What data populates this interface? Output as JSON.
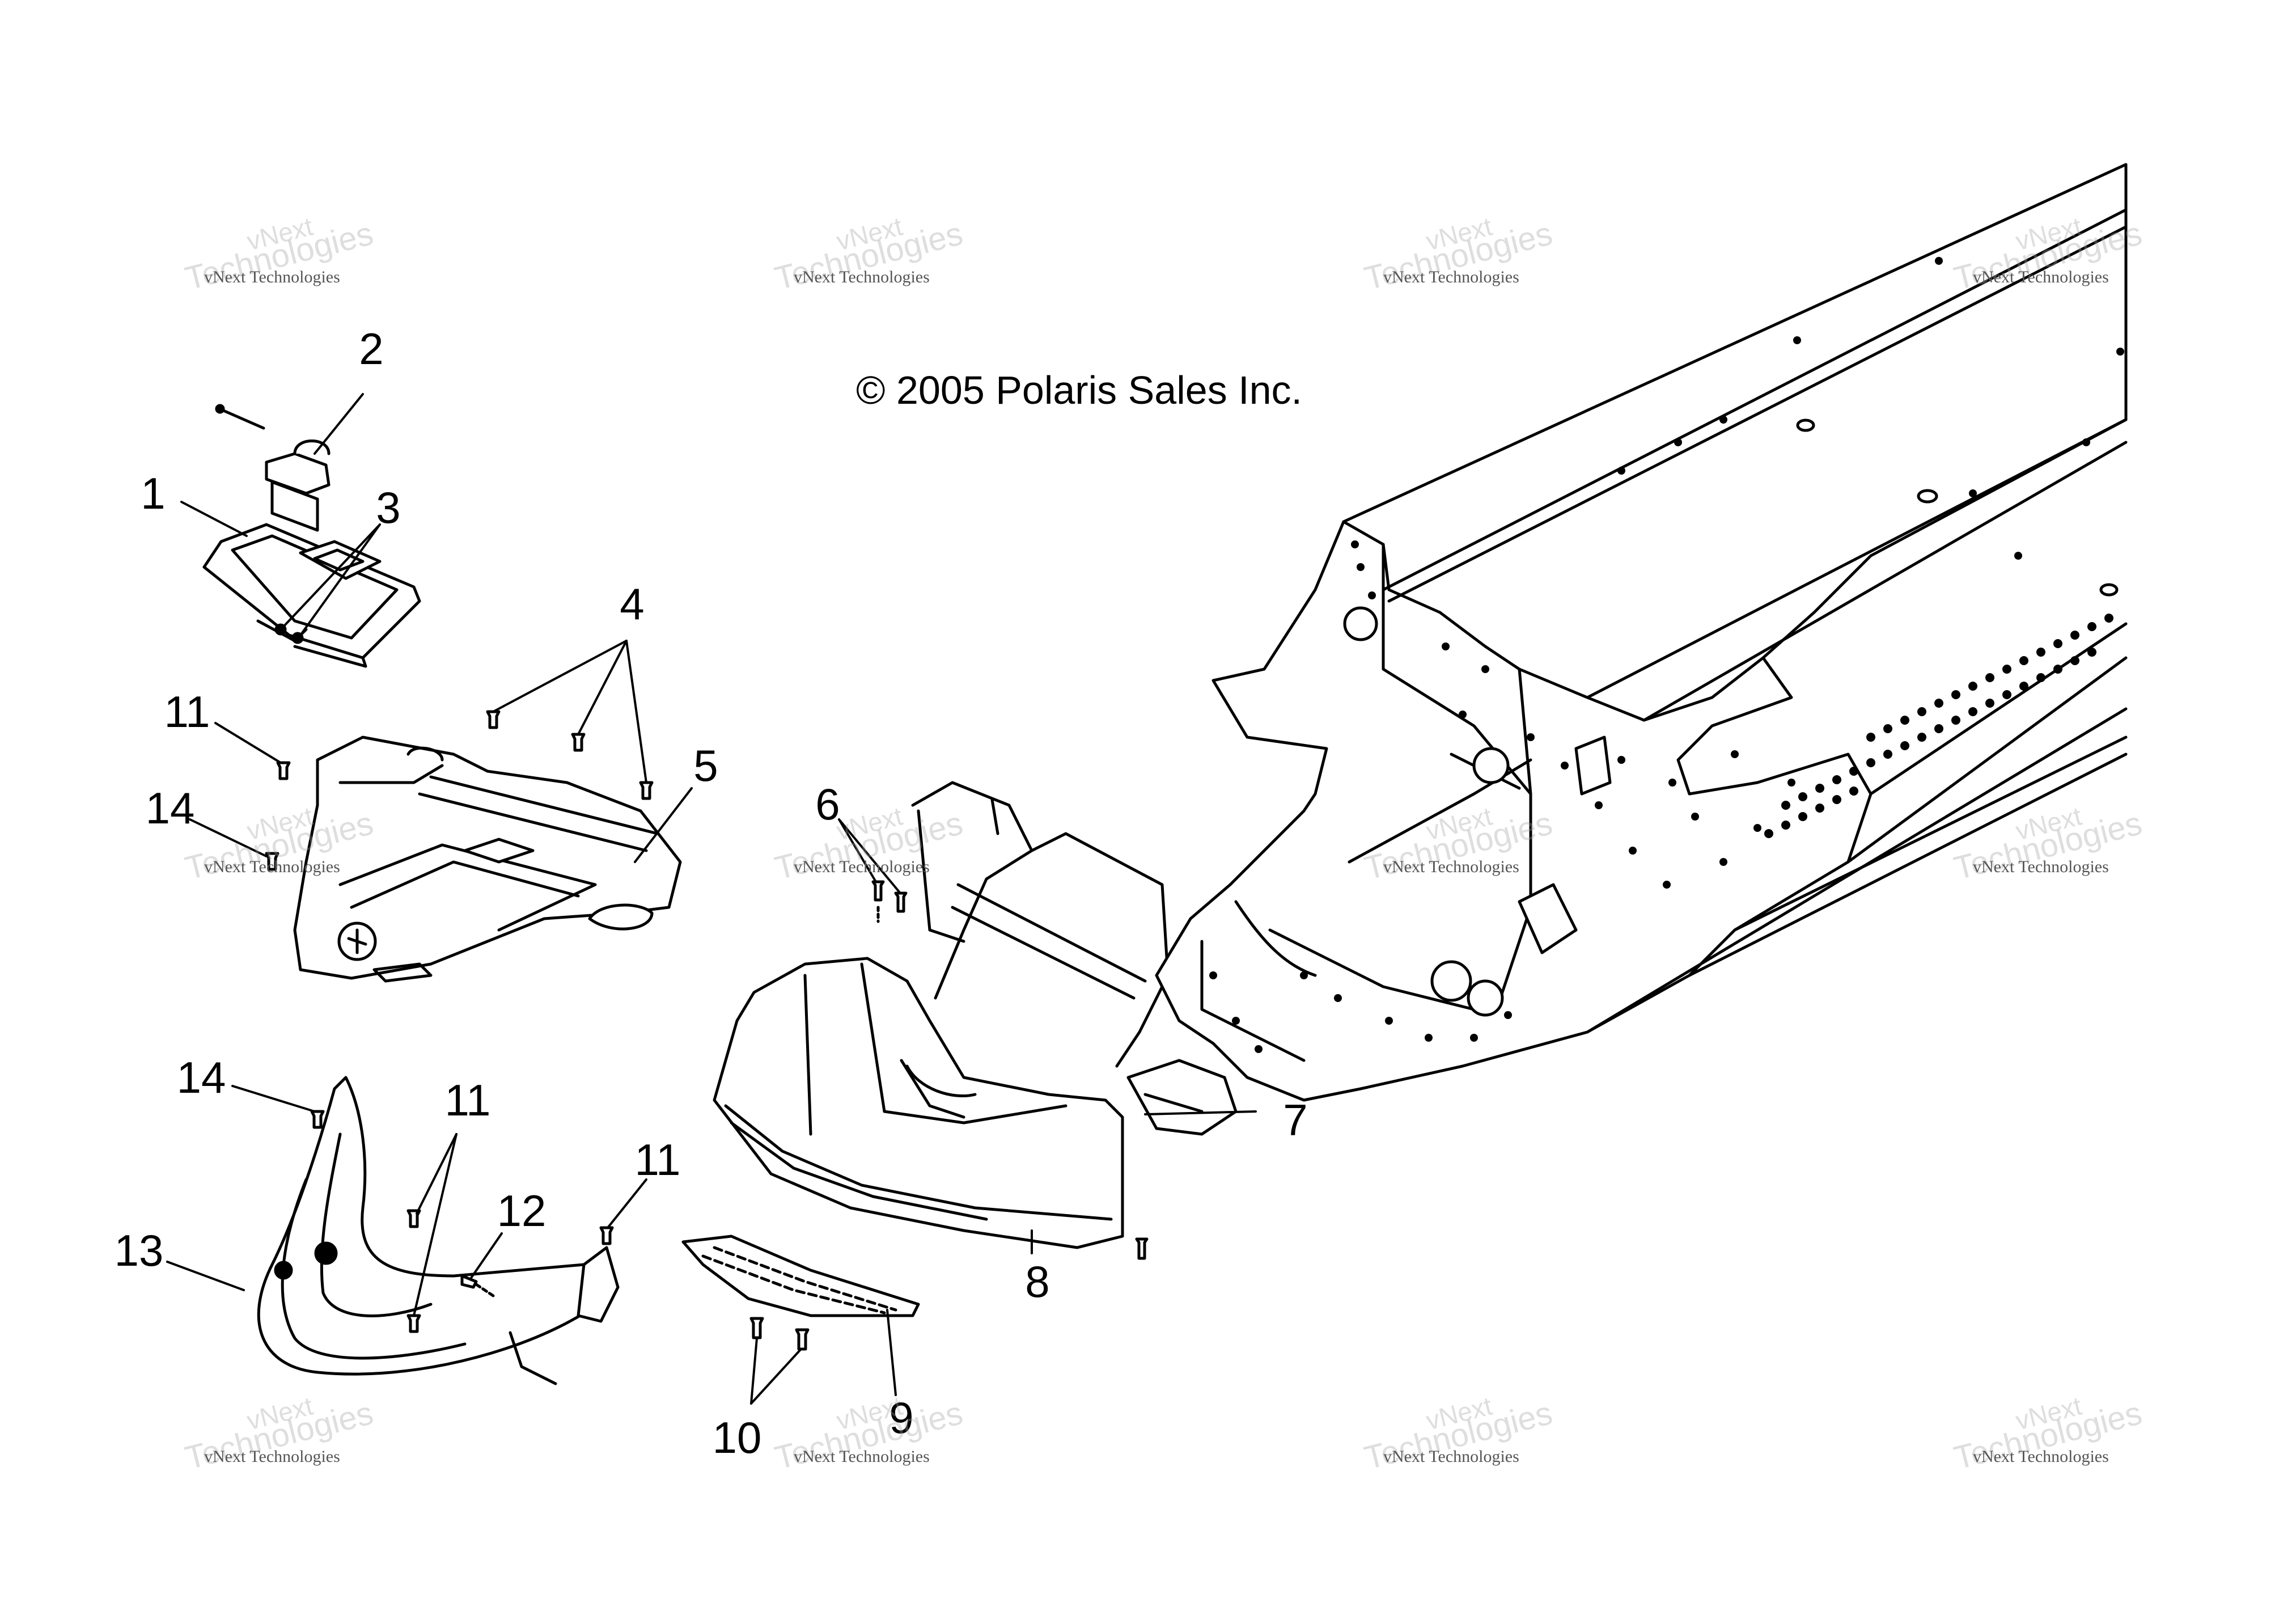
{
  "copyright": "© 2005 Polaris Sales Inc.",
  "watermark": {
    "line1": "vNext Technologies",
    "big": "Technologies",
    "small": "vNext"
  },
  "callouts": {
    "c1": "1",
    "c2": "2",
    "c3": "3",
    "c4": "4",
    "c5": "5",
    "c6": "6",
    "c7": "7",
    "c8": "8",
    "c9": "9",
    "c10": "10",
    "c11a": "11",
    "c11b": "11",
    "c11c": "11",
    "c12": "12",
    "c13": "13",
    "c14a": "14",
    "c14b": "14"
  }
}
